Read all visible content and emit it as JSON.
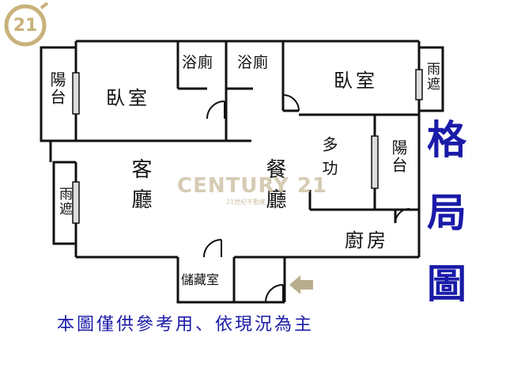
{
  "brand": {
    "logo_text": "21",
    "watermark": "CENTURY 21",
    "watermark_sub": "21世紀不動產"
  },
  "rooms": {
    "bedroom_left": "臥室",
    "bedroom_right": "臥室",
    "bath_left": "浴廁",
    "bath_right": "浴廁",
    "balcony_left": "陽台",
    "balcony_right": "陽台",
    "shelter_right": "雨遮",
    "shelter_left": "雨遮",
    "living": "客廳",
    "dining": "餐廳",
    "multi": "多功",
    "kitchen": "廚房",
    "storage": "儲藏室"
  },
  "title": [
    "格",
    "局",
    "圖"
  ],
  "disclaimer": "本圖僅供參考用、依現況為主",
  "colors": {
    "wall": "#111111",
    "title": "#1a1aa8",
    "brand": "#c9b17a",
    "arrow": "#b9ad8e"
  }
}
